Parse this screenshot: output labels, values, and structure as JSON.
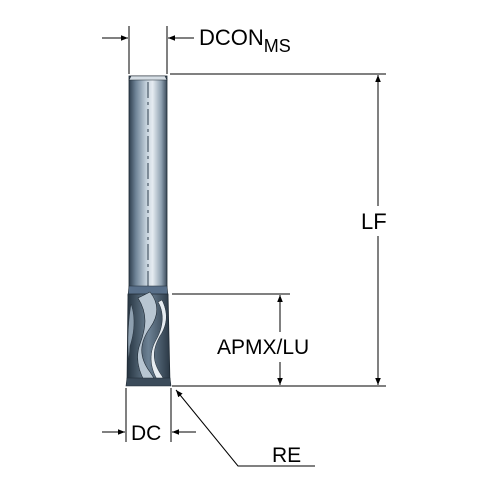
{
  "labels": {
    "dcon_main": "DCON",
    "dcon_sub": "MS",
    "lf": "LF",
    "apmx_lu": "APMX/LU",
    "dc": "DC",
    "re": "RE"
  },
  "colors": {
    "tool_dark": "#2f3f4e",
    "tool_mid": "#6f8497",
    "tool_light": "#b8c6d2",
    "tool_highlight": "#e6ecf1",
    "line": "#000000",
    "background": "#ffffff"
  }
}
